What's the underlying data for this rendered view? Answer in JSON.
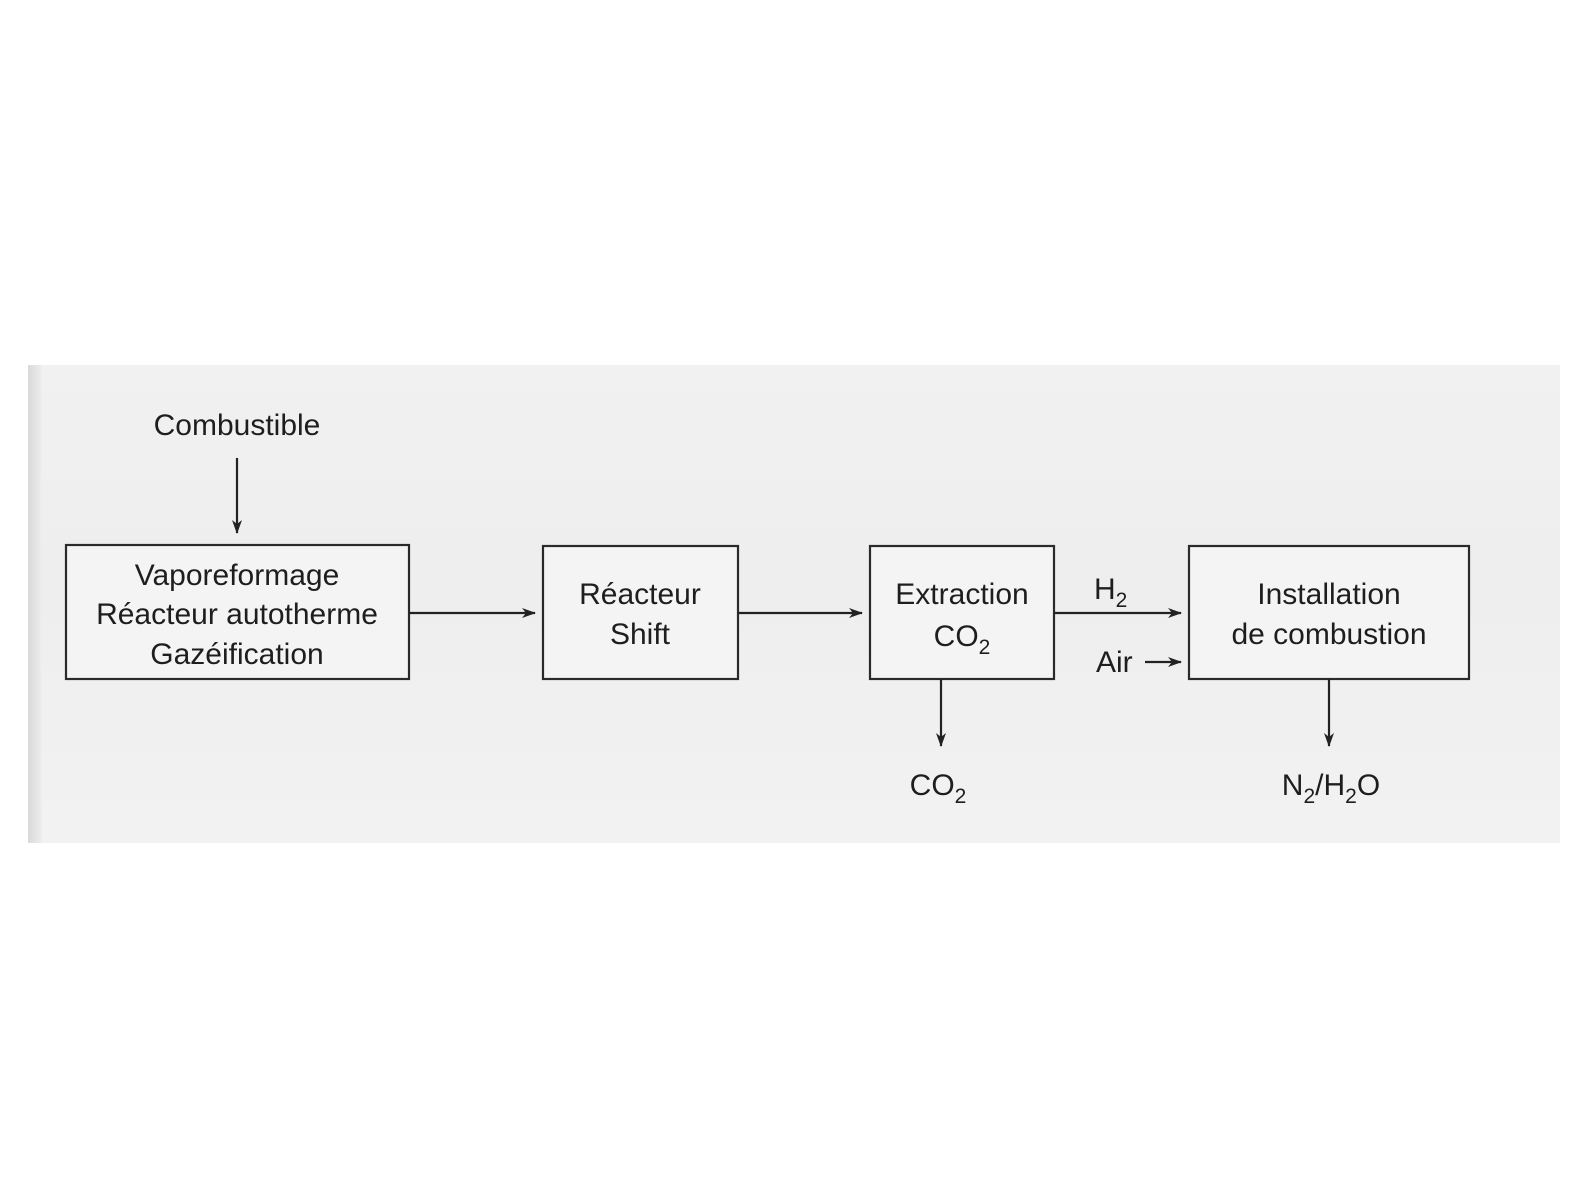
{
  "diagram": {
    "input": {
      "label": "Combustible"
    },
    "nodes": [
      {
        "id": "reformer",
        "lines": [
          "Vaporeformage",
          "Réacteur autotherme",
          "Gazéification"
        ]
      },
      {
        "id": "shift",
        "lines": [
          "Réacteur",
          "Shift"
        ]
      },
      {
        "id": "co2-extraction",
        "lines": [
          "Extraction",
          "CO",
          "2"
        ]
      },
      {
        "id": "combustion",
        "lines": [
          "Installation",
          "de combustion"
        ]
      }
    ],
    "edge_labels": {
      "h2": {
        "main": "H",
        "sub": "2"
      },
      "air": "Air",
      "co2_out": {
        "main": "CO",
        "sub": "2"
      },
      "n2_h2o_out": {
        "a": "N",
        "a_sub": "2",
        "sep": "/H",
        "b_sub": "2",
        "tail": "O"
      }
    }
  }
}
